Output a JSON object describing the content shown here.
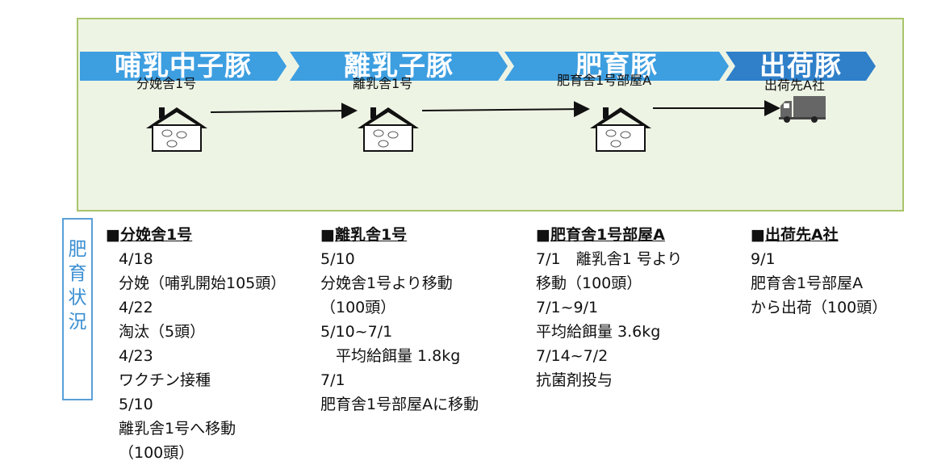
{
  "stages": [
    {
      "label": "哺乳中子豚",
      "color": "#3d9ee0"
    },
    {
      "label": "離乳子豚",
      "color": "#3d9ee0"
    },
    {
      "label": "肥育豚",
      "color": "#3d9ee0"
    },
    {
      "label": "出荷豚",
      "color": "#2f7fc9"
    }
  ],
  "locations": [
    "分娩舎1号",
    "離乳舎1号",
    "肥育舎1号部屋A",
    "出荷先A社"
  ],
  "status_label": "肥育状況",
  "columns": [
    {
      "heading_mark": "■",
      "heading": "分娩舎1号",
      "lines": [
        "4/18",
        "分娩（哺乳開始105頭）",
        "4/22",
        "淘汰（5頭）",
        "4/23",
        "ワクチン接種",
        "5/10",
        "離乳舎1号へ移動",
        "（100頭）"
      ]
    },
    {
      "heading_mark": "■",
      "heading": "離乳舎1号",
      "lines": [
        "5/10",
        "分娩舎1号より移動",
        "（100頭）",
        "5/10~7/1",
        "　平均給餌量 1.8kg",
        "7/1",
        "肥育舎1号部屋Aに移動"
      ]
    },
    {
      "heading_mark": "■",
      "heading": "肥育舎1号部屋A",
      "lines": [
        "7/1　離乳舎1 号より",
        "移動（100頭）",
        "7/1~9/1",
        "平均給餌量 3.6kg",
        "7/14~7/2",
        " 抗菌剤投与"
      ]
    },
    {
      "heading_mark": "■",
      "heading": "出荷先A社",
      "lines": [
        "9/1",
        "肥育舎1号部屋A",
        "から出荷（100頭）"
      ]
    }
  ],
  "colors": {
    "panel_bg": "#eef4e4",
    "panel_border": "#a9c46a",
    "status_blue": "#3b8fd3"
  }
}
